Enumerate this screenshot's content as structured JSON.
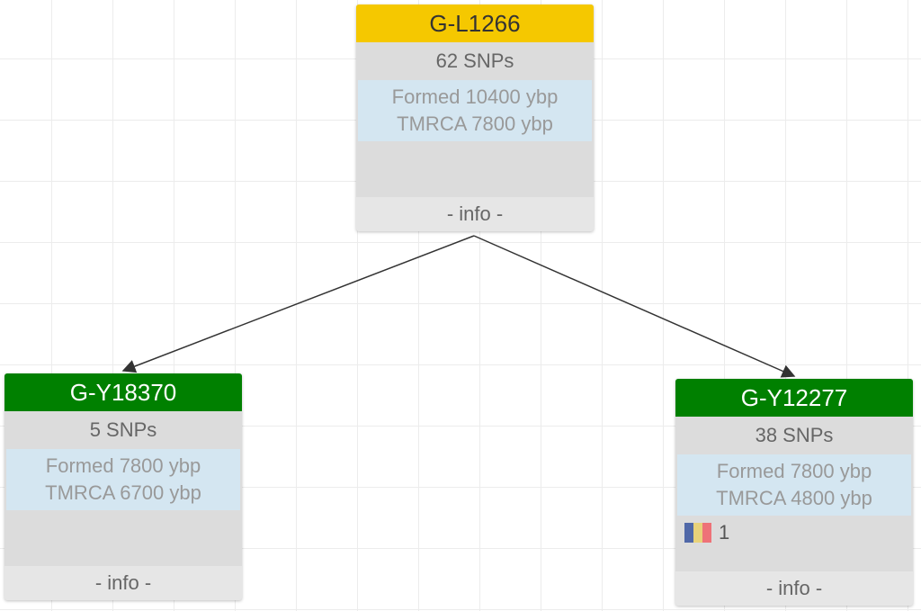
{
  "nodes": [
    {
      "name": "G-L1266",
      "snps": "62 SNPs",
      "formed": "Formed 10400 ybp",
      "tmrca": "TMRCA 7800 ybp",
      "info": "- info -",
      "color": "#f5c800"
    },
    {
      "name": "G-Y18370",
      "snps": "5 SNPs",
      "formed": "Formed 7800 ybp",
      "tmrca": "TMRCA 6700 ybp",
      "info": "- info -",
      "color": "#008000"
    },
    {
      "name": "G-Y12277",
      "snps": "38 SNPs",
      "formed": "Formed 7800 ybp",
      "tmrca": "TMRCA 4800 ybp",
      "info": "- info -",
      "color": "#008000",
      "flag_icon": "romania-flag-icon",
      "flag_count": "1"
    }
  ]
}
